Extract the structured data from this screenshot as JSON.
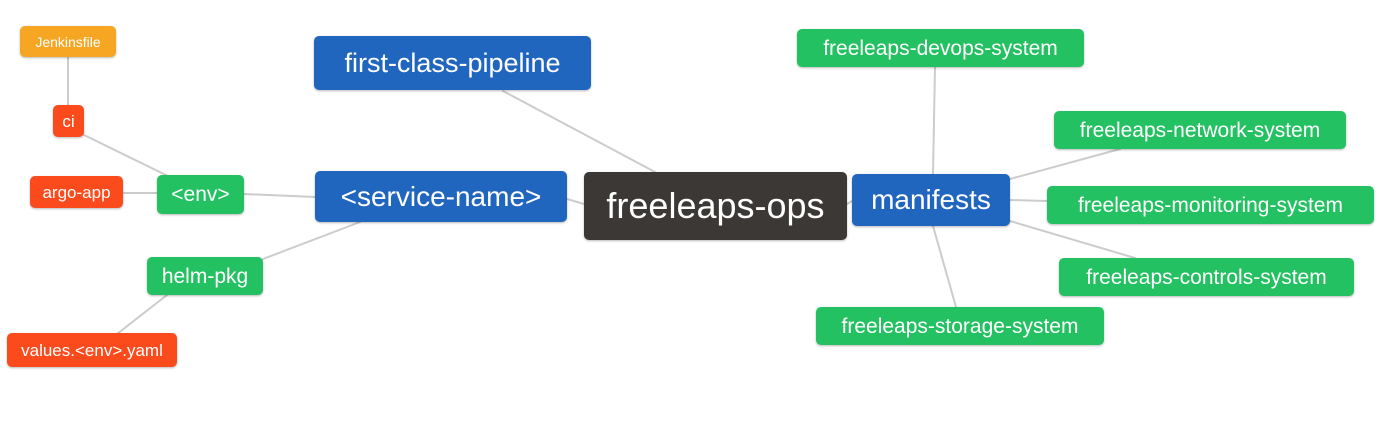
{
  "diagram": {
    "type": "mindmap",
    "root": "freeleaps_ops",
    "colors": {
      "orange": "#F6A623",
      "red": "#FB4A1C",
      "green": "#23C161",
      "blue": "#2166BE",
      "dark": "#3B3836",
      "edge": "#CCCCCC",
      "text": "#FFFFFF",
      "background": "#FFFFFF"
    },
    "nodes": {
      "jenkinsfile": {
        "label": "Jenkinsfile",
        "color": "orange"
      },
      "ci": {
        "label": "ci",
        "color": "red"
      },
      "argo_app": {
        "label": "argo-app",
        "color": "red"
      },
      "env": {
        "label": "<env>",
        "color": "green"
      },
      "helm_pkg": {
        "label": "helm-pkg",
        "color": "green"
      },
      "values_yaml": {
        "label": "values.<env>.yaml",
        "color": "red"
      },
      "service_name": {
        "label": "<service-name>",
        "color": "blue"
      },
      "first_class_pipeline": {
        "label": "first-class-pipeline",
        "color": "blue"
      },
      "freeleaps_ops": {
        "label": "freeleaps-ops",
        "color": "dark"
      },
      "manifests": {
        "label": "manifests",
        "color": "blue"
      },
      "devops_system": {
        "label": "freeleaps-devops-system",
        "color": "green"
      },
      "network_system": {
        "label": "freeleaps-network-system",
        "color": "green"
      },
      "monitoring_system": {
        "label": "freeleaps-monitoring-system",
        "color": "green"
      },
      "controls_system": {
        "label": "freeleaps-controls-system",
        "color": "green"
      },
      "storage_system": {
        "label": "freeleaps-storage-system",
        "color": "green"
      }
    },
    "edges": [
      {
        "from": "jenkinsfile",
        "to": "ci"
      },
      {
        "from": "ci",
        "to": "env"
      },
      {
        "from": "argo_app",
        "to": "env"
      },
      {
        "from": "env",
        "to": "service_name"
      },
      {
        "from": "helm_pkg",
        "to": "service_name"
      },
      {
        "from": "values_yaml",
        "to": "helm_pkg"
      },
      {
        "from": "service_name",
        "to": "freeleaps_ops"
      },
      {
        "from": "first_class_pipeline",
        "to": "freeleaps_ops"
      },
      {
        "from": "freeleaps_ops",
        "to": "manifests"
      },
      {
        "from": "manifests",
        "to": "devops_system"
      },
      {
        "from": "manifests",
        "to": "network_system"
      },
      {
        "from": "manifests",
        "to": "monitoring_system"
      },
      {
        "from": "manifests",
        "to": "controls_system"
      },
      {
        "from": "manifests",
        "to": "storage_system"
      }
    ]
  }
}
